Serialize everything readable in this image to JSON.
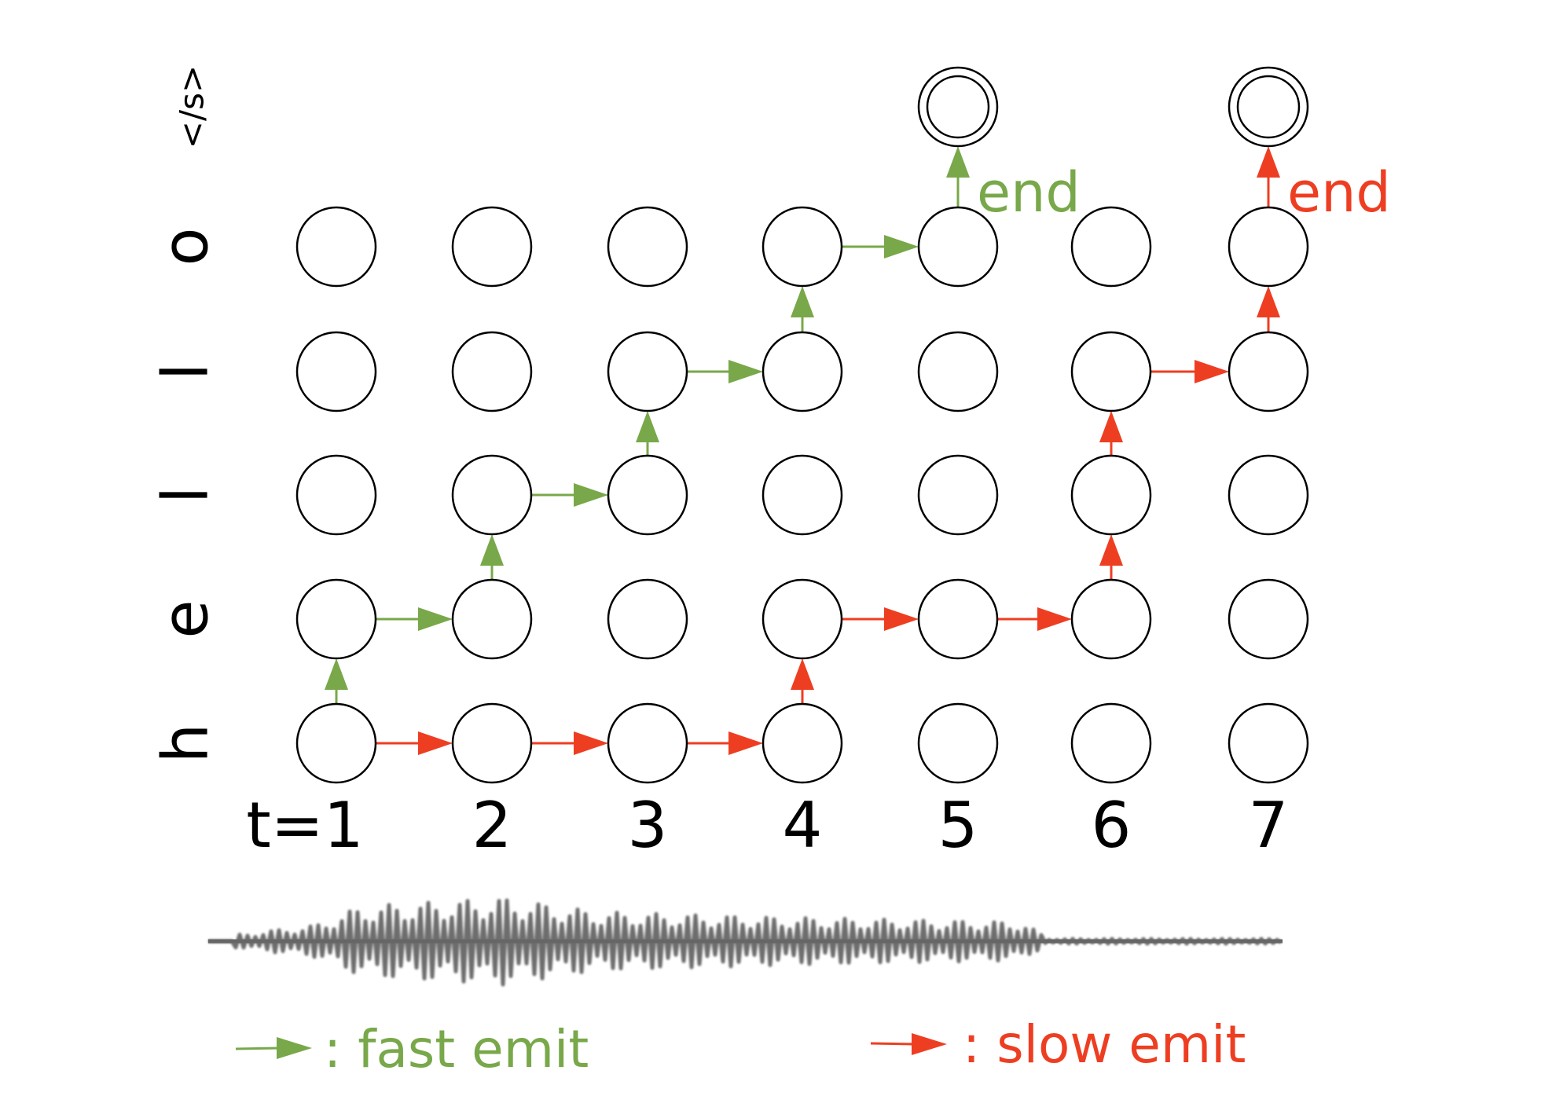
{
  "row_labels": [
    "h",
    "e",
    "l",
    "l",
    "o",
    "</s>"
  ],
  "time_labels": [
    "t=1",
    "2",
    "3",
    "4",
    "5",
    "6",
    "7"
  ],
  "end_labels": {
    "fast": "end",
    "slow": "end"
  },
  "legend": {
    "fast": ": fast emit",
    "slow": ": slow emit"
  },
  "colors": {
    "fast": "#78a84a",
    "slow": "#ee3e22",
    "node": "#000000",
    "waveform": "#666666"
  },
  "grid": {
    "columns": 7,
    "rows": 5
  },
  "paths": {
    "fast": [
      {
        "from": [
          1,
          1
        ],
        "dir": "up"
      },
      {
        "from": [
          1,
          2
        ],
        "dir": "right"
      },
      {
        "from": [
          2,
          2
        ],
        "dir": "up"
      },
      {
        "from": [
          2,
          3
        ],
        "dir": "right"
      },
      {
        "from": [
          3,
          3
        ],
        "dir": "up"
      },
      {
        "from": [
          3,
          4
        ],
        "dir": "right"
      },
      {
        "from": [
          4,
          4
        ],
        "dir": "up"
      },
      {
        "from": [
          4,
          5
        ],
        "dir": "right"
      },
      {
        "from": [
          5,
          5
        ],
        "dir": "up"
      }
    ],
    "slow": [
      {
        "from": [
          1,
          1
        ],
        "dir": "right"
      },
      {
        "from": [
          2,
          1
        ],
        "dir": "right"
      },
      {
        "from": [
          3,
          1
        ],
        "dir": "right"
      },
      {
        "from": [
          4,
          1
        ],
        "dir": "up"
      },
      {
        "from": [
          4,
          2
        ],
        "dir": "right"
      },
      {
        "from": [
          5,
          2
        ],
        "dir": "right"
      },
      {
        "from": [
          6,
          2
        ],
        "dir": "up"
      },
      {
        "from": [
          6,
          3
        ],
        "dir": "up"
      },
      {
        "from": [
          6,
          4
        ],
        "dir": "right"
      },
      {
        "from": [
          7,
          4
        ],
        "dir": "up"
      },
      {
        "from": [
          7,
          5
        ],
        "dir": "up"
      }
    ]
  },
  "end_nodes": [
    {
      "column": 5,
      "path": "fast"
    },
    {
      "column": 7,
      "path": "slow"
    }
  ]
}
